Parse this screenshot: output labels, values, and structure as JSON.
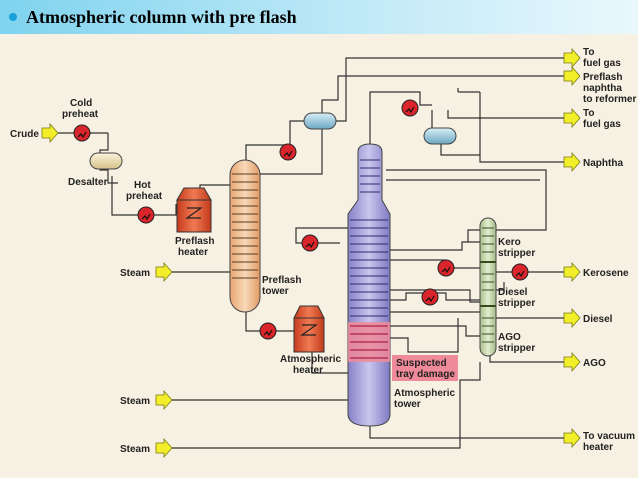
{
  "slide": {
    "title": "Atmospheric column with pre flash"
  },
  "labels": {
    "crude": "Crude",
    "cold_preheat_1": "Cold",
    "cold_preheat_2": "preheat",
    "desalter": "Desalter",
    "hot_preheat_1": "Hot",
    "hot_preheat_2": "preheat",
    "preflash_heater_1": "Preflash",
    "preflash_heater_2": "heater",
    "steam_1": "Steam",
    "preflash_tower_1": "Preflash",
    "preflash_tower_2": "tower",
    "atm_heater_1": "Atmospheric",
    "atm_heater_2": "heater",
    "steam_2": "Steam",
    "steam_3": "Steam",
    "suspected_1": "Suspected",
    "suspected_2": "tray damage",
    "atm_tower_1": "Atmospheric",
    "atm_tower_2": "tower",
    "kero_stripper_1": "Kero",
    "kero_stripper_2": "stripper",
    "diesel_stripper_1": "Diesel",
    "diesel_stripper_2": "stripper",
    "ago_stripper_1": "AGO",
    "ago_stripper_2": "stripper"
  },
  "outputs": {
    "fuel_gas_1_a": "To",
    "fuel_gas_1_b": "fuel gas",
    "preflash_naphtha_a": "Preflash",
    "preflash_naphtha_b": "naphtha",
    "preflash_naphtha_c": "to reformer",
    "fuel_gas_2_a": "To",
    "fuel_gas_2_b": "fuel gas",
    "naphtha": "Naphtha",
    "kerosene": "Kerosene",
    "diesel": "Diesel",
    "ago": "AGO",
    "vacuum_a": "To vacuum",
    "vacuum_b": "heater"
  },
  "colors": {
    "header": "#7fd3ef",
    "background": "#f6f1e2",
    "arrow": "#f2ee2a",
    "pump": "#d9252b",
    "furnace": "#e8542e",
    "preflash_tower": "#f0c49a",
    "atm_tower": "#9b97d6",
    "damage": "#ef8a9a",
    "stripper": "#c9d9b0",
    "drum": "#8fc1d6",
    "desalter": "#efe0b4"
  }
}
